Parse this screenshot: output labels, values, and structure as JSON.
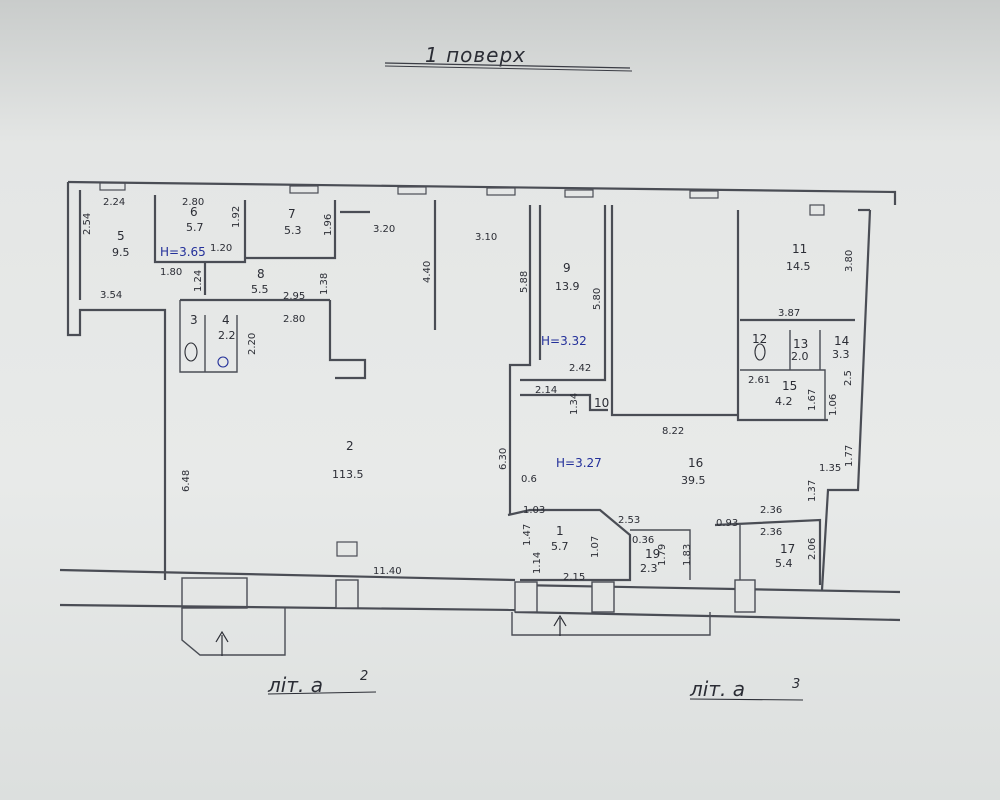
{
  "title": "1 поверх",
  "lit_labels": [
    {
      "base": "літ. а",
      "sup": "2"
    },
    {
      "base": "літ. а",
      "sup": "3"
    }
  ],
  "rooms": [
    {
      "num": "1",
      "area": "5.7"
    },
    {
      "num": "2",
      "area": "113.5"
    },
    {
      "num": "3",
      "area": ""
    },
    {
      "num": "4",
      "area": "2.2"
    },
    {
      "num": "5",
      "area": "9.5"
    },
    {
      "num": "6",
      "area": "5.7"
    },
    {
      "num": "7",
      "area": "5.3"
    },
    {
      "num": "8",
      "area": "5.5"
    },
    {
      "num": "9",
      "area": "13.9"
    },
    {
      "num": "10",
      "area": ""
    },
    {
      "num": "11",
      "area": "14.5"
    },
    {
      "num": "12",
      "area": ""
    },
    {
      "num": "13",
      "area": "2.0"
    },
    {
      "num": "14",
      "area": "3.3"
    },
    {
      "num": "15",
      "area": "4.2"
    },
    {
      "num": "16",
      "area": "39.5"
    },
    {
      "num": "17",
      "area": "5.4"
    },
    {
      "num": "19",
      "area": "2.3"
    }
  ],
  "heights": [
    "H=3.65",
    "H=3.32",
    "H=3.27"
  ],
  "dimensions": [
    "2.24",
    "2.54",
    "2.80",
    "1.92",
    "1.96",
    "3.20",
    "3.10",
    "4.40",
    "5.88",
    "5.80",
    "3.80",
    "1.20",
    "1.80",
    "1.24",
    "3.54",
    "2.95",
    "1.38",
    "2.80",
    "2.20",
    "3.87",
    "2.42",
    "2.14",
    "1.34",
    "2.61",
    "1.67",
    "1.06",
    "2.5",
    "8.22",
    "6.30",
    "6.48",
    "11.40",
    "1.77",
    "1.35",
    "1.37",
    "2.36",
    "2.36",
    "0.93",
    "2.06",
    "1.03",
    "1.47",
    "1.14",
    "1.07",
    "2.15",
    "2.53",
    "0.36",
    "1.79",
    "1.83",
    "0.6"
  ]
}
